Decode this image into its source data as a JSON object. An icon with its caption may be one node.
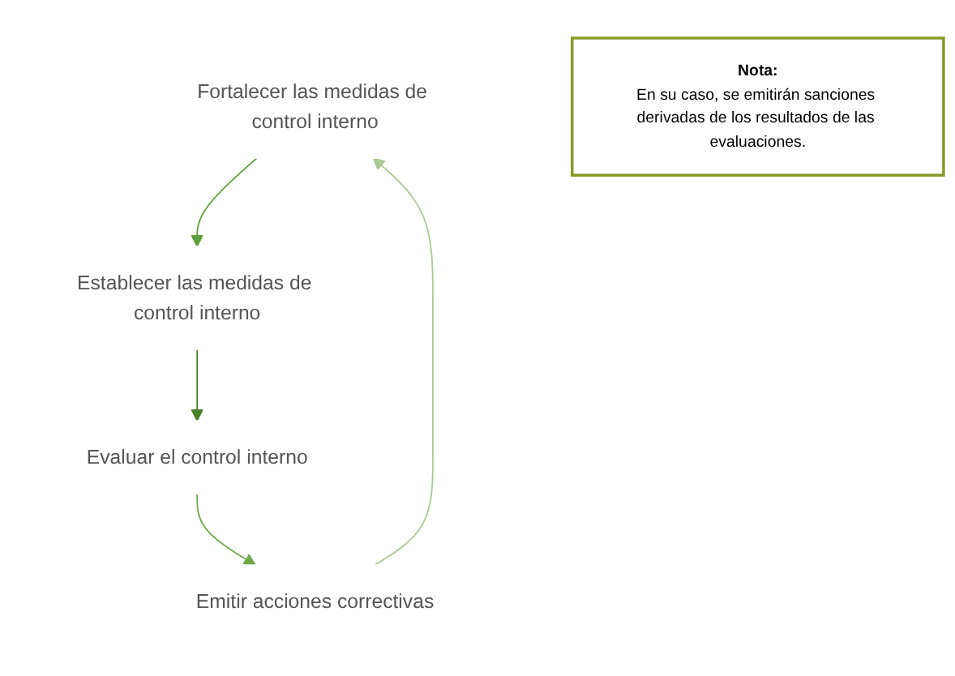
{
  "diagram": {
    "nodes": [
      {
        "text": [
          "Fortalecer las medidas de control interno"
        ]
      },
      {
        "text": [
          "Establecer las medidas de control interno"
        ]
      },
      {
        "text": [
          "Evaluar el control interno"
        ]
      },
      {
        "text": [
          "Emitir acciones correctivas"
        ]
      },
      {
        "text": [
          "Nota:",
          "En su caso, se emitirán sanciones derivadas de los resultados de las evaluaciones."
        ]
      }
    ],
    "edges": [
      {
        "from": 0,
        "to": 1,
        "arrow": "to",
        "color": "#5f9e3c"
      },
      {
        "from": 1,
        "to": 2,
        "arrow": "to",
        "color": "#4a7f2a"
      },
      {
        "from": 2,
        "to": 3,
        "arrow": "to",
        "color": "#6fa84c"
      },
      {
        "from": 3,
        "to": 0,
        "arrow": "to",
        "color": "#a9c994"
      }
    ]
  }
}
